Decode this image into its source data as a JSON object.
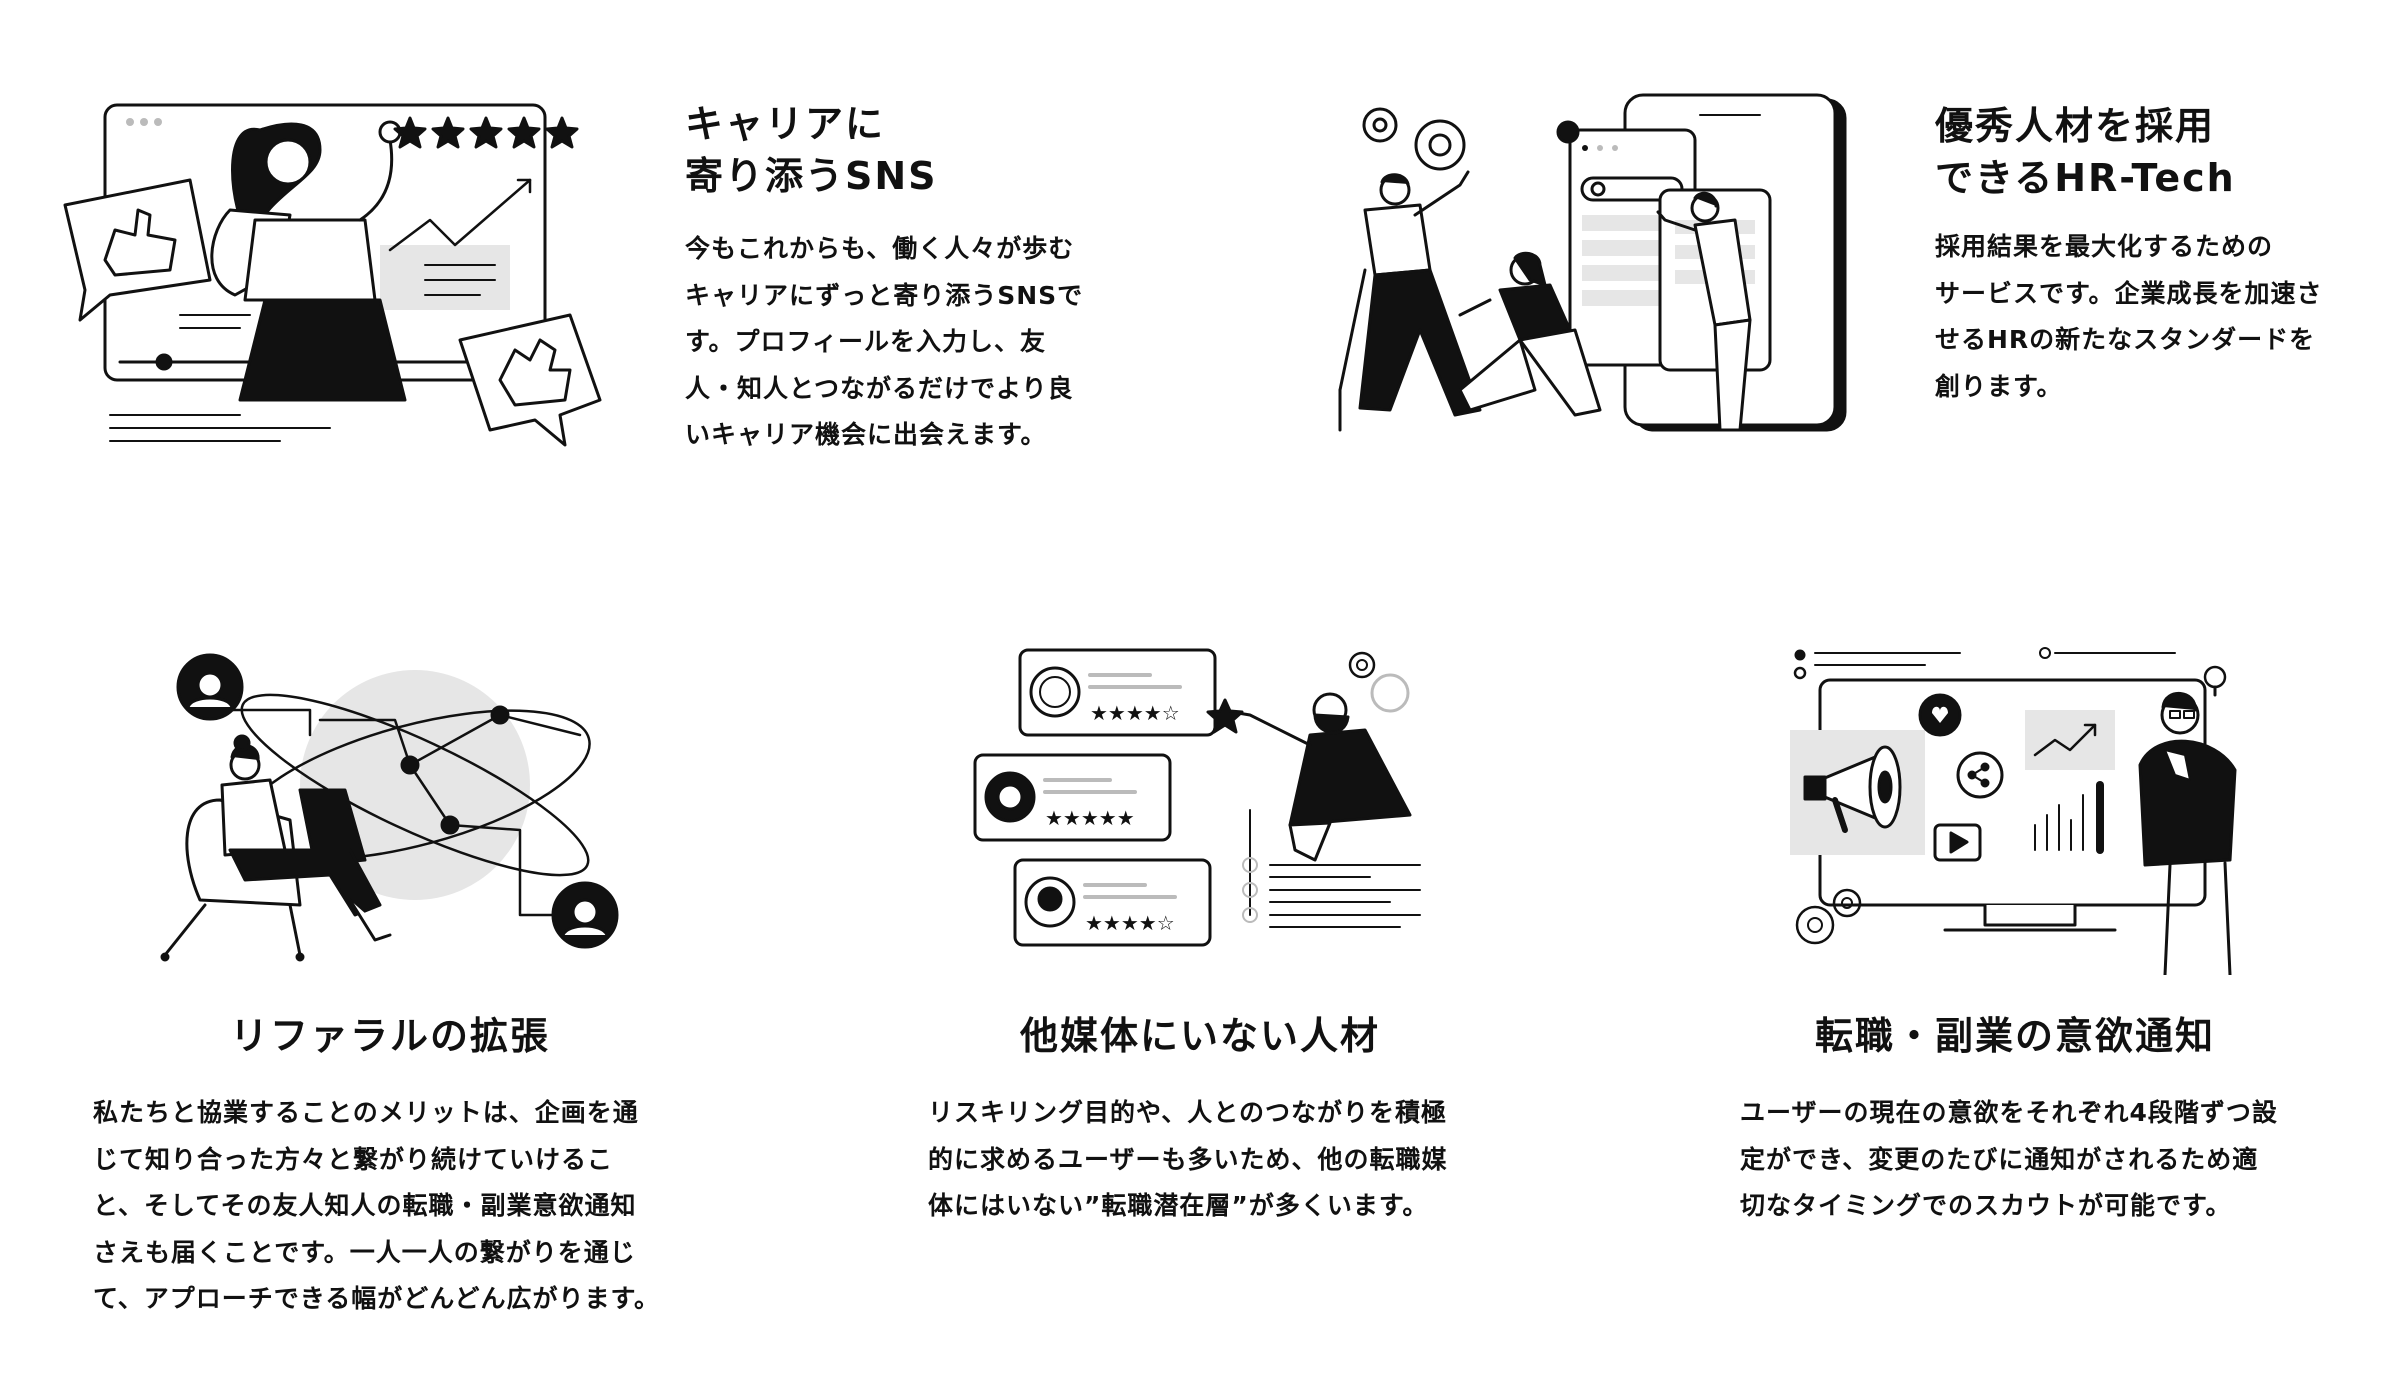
{
  "features": [
    {
      "id": "career-sns",
      "illustration": "woman-giving-review-icon",
      "title": [
        "キャリアに",
        "寄り添うSNS"
      ],
      "body": [
        "今もこれからも、働く人々が歩む",
        "キャリアにずっと寄り添うSNSで",
        "す。プロフィールを入力し、友",
        "人・知人とつながるだけでより良",
        "いキャリア機会に出会えます。"
      ]
    },
    {
      "id": "hr-tech",
      "illustration": "team-building-app-icon",
      "title": [
        "優秀人材を採用",
        "できるHR-Tech"
      ],
      "body": [
        "採用結果を最大化するための",
        "サービスです。企業成長を加速さ",
        "せるHRの新たなスタンダードを",
        "創ります。"
      ]
    },
    {
      "id": "referral",
      "illustration": "network-globe-icon",
      "title": [
        "リファラルの拡張"
      ],
      "body": [
        "私たちと協業することのメリットは、企画を通",
        "じて知り合った方々と繋がり続けていけるこ",
        "と、そしてその友人知人の転職・副業意欲通知",
        "さえも届くことです。一人一人の繋がりを通じ",
        "て、アプローチできる幅がどんどん広がります。"
      ]
    },
    {
      "id": "unique-talent",
      "illustration": "rating-cards-icon",
      "title": [
        "他媒体にいない人材"
      ],
      "body": [
        "リスキリング目的や、人とのつながりを積極",
        "的に求めるユーザーも多いため、他の転職媒",
        "体にはいない”転職潜在層”が多くいます。"
      ]
    },
    {
      "id": "motivation-notice",
      "illustration": "megaphone-monitor-icon",
      "title": [
        "転職・副業の意欲通知"
      ],
      "body": [
        "ユーザーの現在の意欲をそれぞれ4段階ずつ設",
        "定ができ、変更のたびに通知がされるため適",
        "切なタイミングでのスカウトが可能です。"
      ]
    }
  ]
}
